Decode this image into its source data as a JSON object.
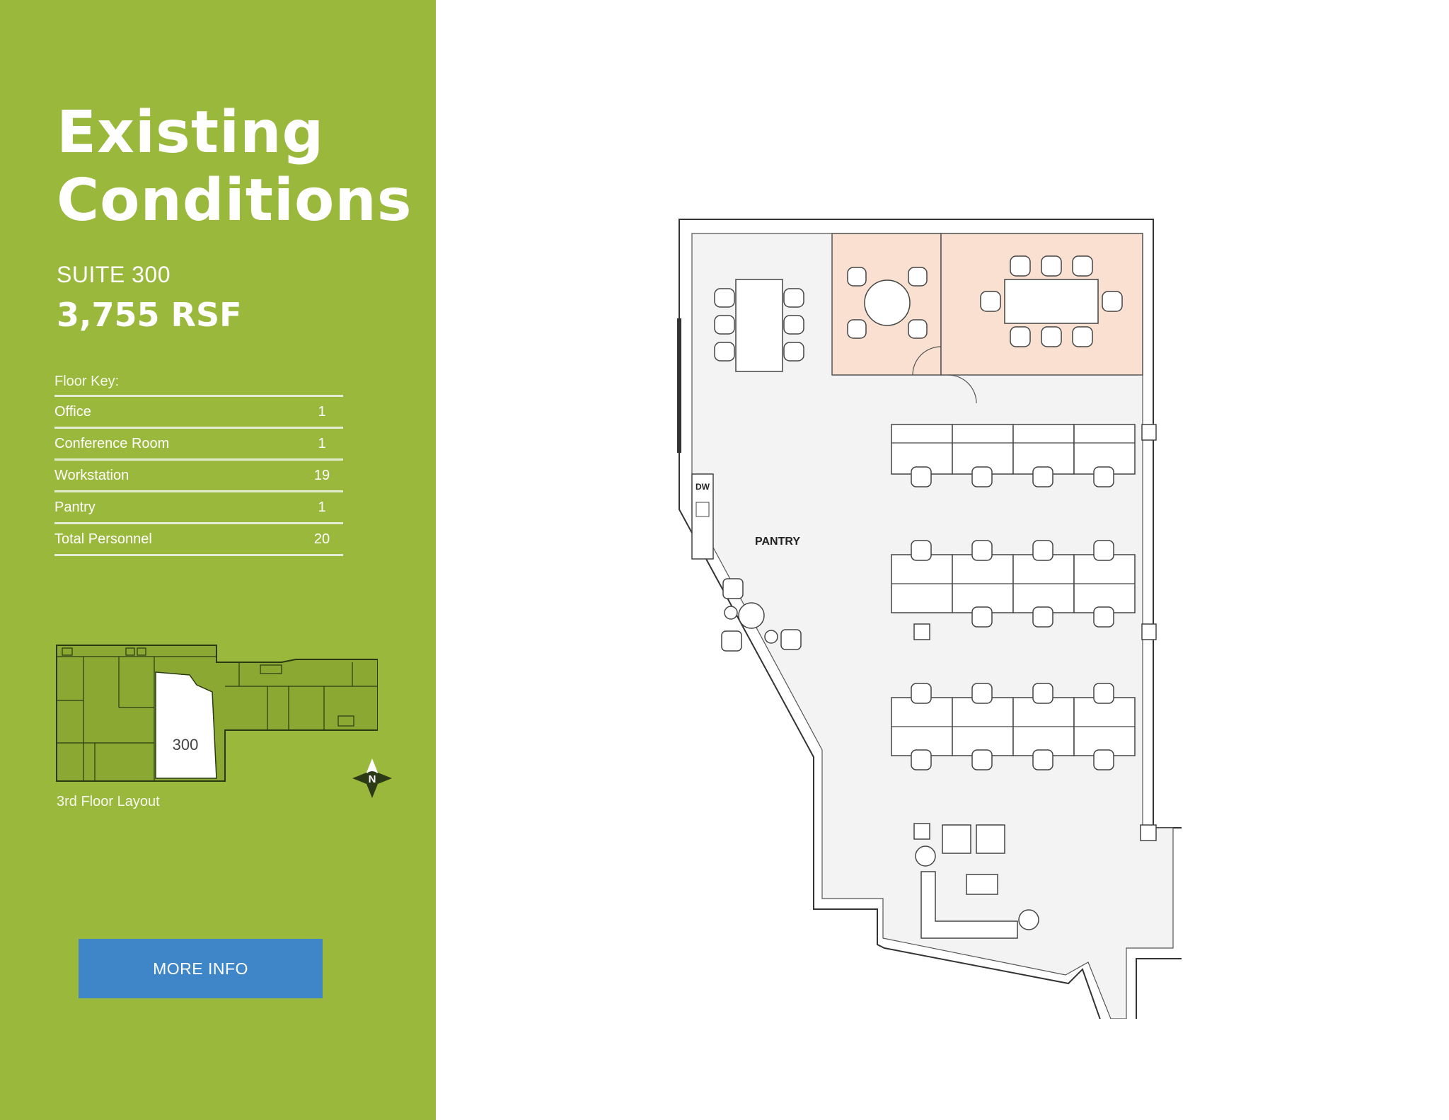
{
  "sidebar": {
    "title_line1": "Existing",
    "title_line2": "Conditions",
    "suite": "SUITE 300",
    "rsf": "3,755 RSF",
    "floor_key_title": "Floor Key:",
    "floor_key": [
      {
        "label": "Office",
        "value": "1"
      },
      {
        "label": "Conference Room",
        "value": "1"
      },
      {
        "label": "Workstation",
        "value": "19"
      },
      {
        "label": "Pantry",
        "value": "1"
      },
      {
        "label": "Total Personnel",
        "value": "20"
      }
    ],
    "mini_map_suite_label": "300",
    "mini_map_caption": "3rd Floor Layout",
    "compass_label": "N",
    "more_info_label": "MORE INFO"
  },
  "floor_plan": {
    "pantry_label": "PANTRY",
    "dishwasher_label": "DW"
  },
  "colors": {
    "sidebar_green": "#9ab83c",
    "button_blue": "#3f86c9",
    "room_highlight": "#f9e0d0",
    "floor_fill": "#f3f3f3"
  }
}
